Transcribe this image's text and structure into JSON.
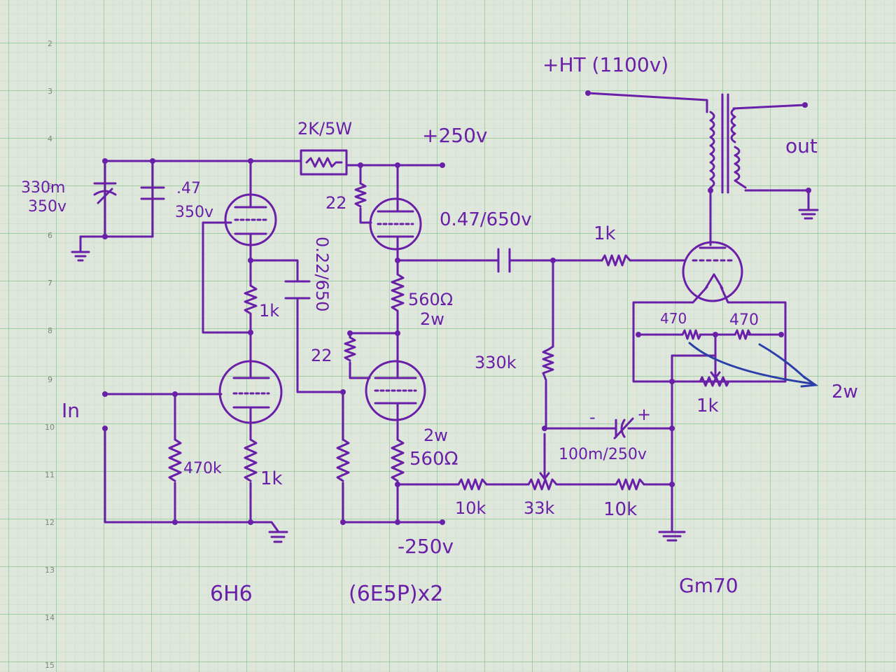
{
  "margin_numbers": [
    "2",
    "3",
    "4",
    "5",
    "6",
    "7",
    "8",
    "9",
    "10",
    "11",
    "12",
    "13",
    "14",
    "15"
  ],
  "labels": {
    "ht": "+HT (1100v)",
    "b250": "+250v",
    "r2k": "2K/5W",
    "c330": "330m",
    "c330v": "350v",
    "c47": ".47",
    "c47v": "350v",
    "r22a": "22",
    "cap047": "0.47/650v",
    "r1k_grid": "1k",
    "cap022": "0.22/650",
    "r560a": "560Ω",
    "r560a_w": "2w",
    "r1k_ka": "1k",
    "r22b": "22",
    "r330k": "330k",
    "r470a": "470",
    "r470b": "470",
    "pot1k": "1k",
    "w2": "2w",
    "out": "out",
    "in": "In",
    "r470k": "470k",
    "r1k_kb": "1k",
    "r560b_w": "2w",
    "r560b": "560Ω",
    "c100": "100m/250v",
    "minus": "-",
    "plus": "+",
    "r10k_a": "10k",
    "pot33k": "33k",
    "r10k_b": "10k",
    "bneg": "-250v",
    "tube1": "6H6",
    "tube2": "(6E5P)x2",
    "tube3": "Gm70"
  },
  "colors": {
    "ink": "#6a1fa8",
    "blue_ink": "#2a3fa8",
    "paper": "#dfe6dc",
    "grid": "#9bd19b"
  }
}
